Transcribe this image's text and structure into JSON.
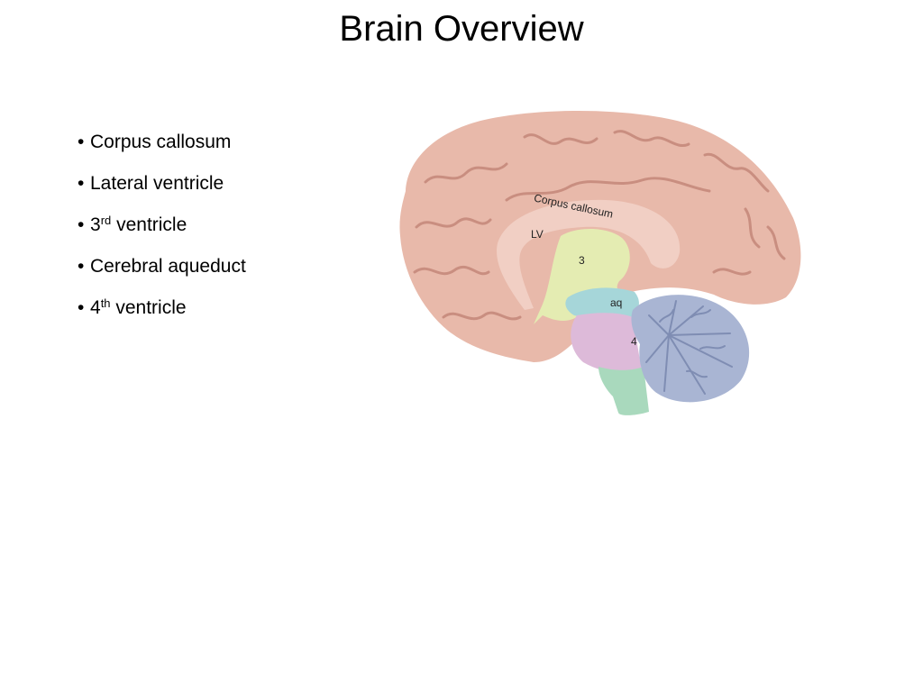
{
  "slide": {
    "title": "Brain Overview"
  },
  "bullets": [
    {
      "pre": "Corpus callosum",
      "sup": "",
      "post": ""
    },
    {
      "pre": "Lateral ventricle",
      "sup": "",
      "post": ""
    },
    {
      "pre": "3",
      "sup": "rd",
      "post": " ventricle"
    },
    {
      "pre": "Cerebral aqueduct",
      "sup": "",
      "post": ""
    },
    {
      "pre": "4",
      "sup": "th",
      "post": " ventricle"
    }
  ],
  "diagram": {
    "labels": {
      "corpus_callosum": "Corpus callosum",
      "lateral_ventricle": "LV",
      "third_ventricle": "3",
      "aqueduct": "aq",
      "fourth_ventricle": "4"
    },
    "colors": {
      "cortex": "#e8b9aa",
      "cortex_sulci": "#c98e80",
      "corpus_callosum": "#f1cfc4",
      "third_ventricle": "#e4ecb2",
      "aqueduct": "#a6d6d9",
      "pons": "#ddbad9",
      "medulla": "#a9d9bd",
      "cerebellum": "#a9b5d3",
      "cerebellum_lines": "#7f8db3"
    }
  }
}
